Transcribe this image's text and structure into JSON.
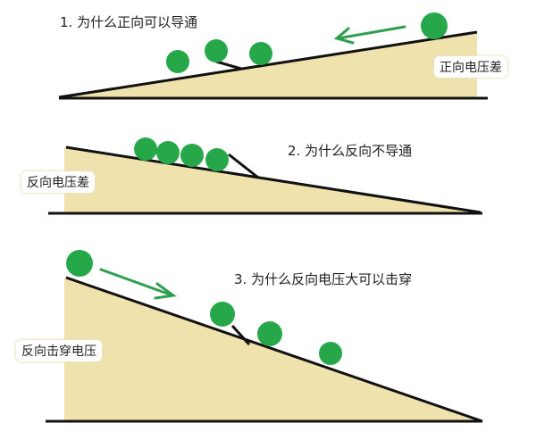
{
  "colors": {
    "ramp_fill": "#efe2ad",
    "line": "#111111",
    "ball": "#26a84a",
    "arrow": "#2f9e4d"
  },
  "panels": [
    {
      "title": "1. 为什么正向可以导通",
      "label": "正向电压差"
    },
    {
      "title": "2. 为什么反向不导通",
      "label": "反向电压差"
    },
    {
      "title": "3. 为什么反向电压大可以击穿",
      "label": "反向击穿电压"
    }
  ]
}
